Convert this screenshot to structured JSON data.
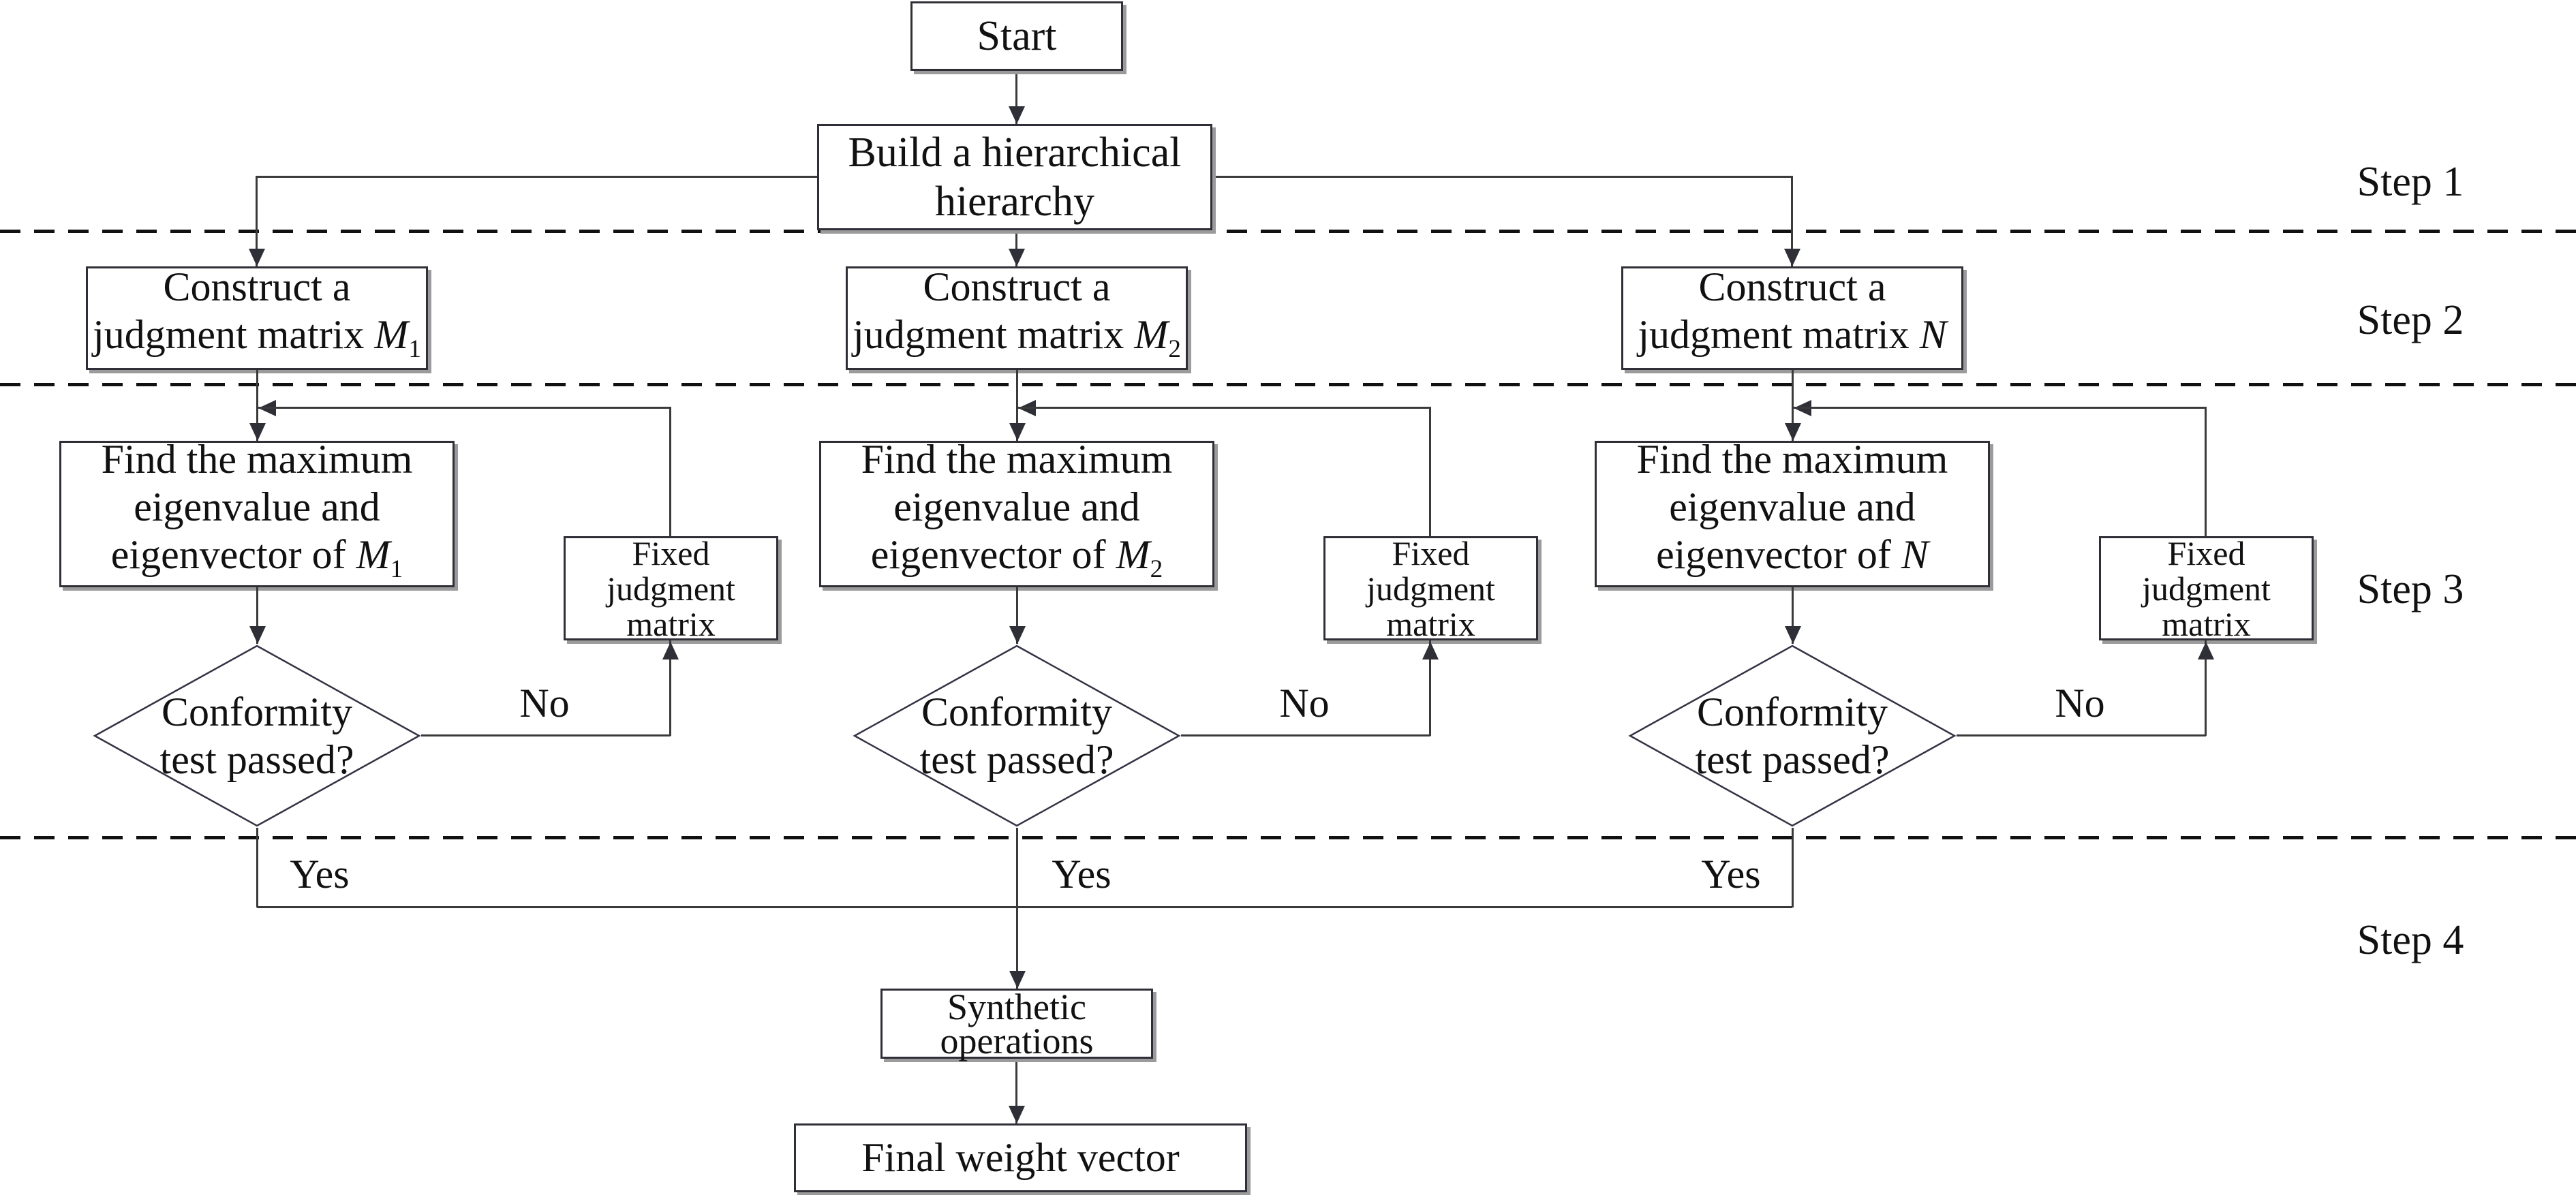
{
  "nodes": {
    "start": {
      "label": "Start"
    },
    "build": {
      "line1": "Build a hierarchical",
      "line2": "hierarchy"
    },
    "synthetic": {
      "line1": "Synthetic",
      "line2": "operations"
    },
    "final": {
      "label": "Final weight vector"
    }
  },
  "branches": [
    {
      "construct": {
        "line1": "Construct a",
        "line2_prefix": "judgment matrix ",
        "symbol": "M",
        "subscript": "1"
      },
      "find": {
        "line1": "Find the maximum",
        "line2": "eigenvalue and",
        "line3_prefix": "eigenvector of ",
        "symbol": "M",
        "subscript": "1"
      },
      "decision": {
        "line1": "Conformity",
        "line2": "test passed?"
      },
      "fixed": {
        "line1": "Fixed",
        "line2": "judgment",
        "line3": "matrix"
      },
      "no_label": "No",
      "yes_label": "Yes"
    },
    {
      "construct": {
        "line1": "Construct a",
        "line2_prefix": "judgment matrix ",
        "symbol": "M",
        "subscript": "2"
      },
      "find": {
        "line1": "Find the maximum",
        "line2": "eigenvalue and",
        "line3_prefix": "eigenvector of ",
        "symbol": "M",
        "subscript": "2"
      },
      "decision": {
        "line1": "Conformity",
        "line2": "test passed?"
      },
      "fixed": {
        "line1": "Fixed",
        "line2": "judgment",
        "line3": "matrix"
      },
      "no_label": "No",
      "yes_label": "Yes"
    },
    {
      "construct": {
        "line1": "Construct a",
        "line2_prefix": "judgment matrix ",
        "symbol": "N",
        "subscript": ""
      },
      "find": {
        "line1": "Find the maximum",
        "line2": "eigenvalue and",
        "line3_prefix": "eigenvector of ",
        "symbol": "N",
        "subscript": ""
      },
      "decision": {
        "line1": "Conformity",
        "line2": "test passed?"
      },
      "fixed": {
        "line1": "Fixed",
        "line2": "judgment",
        "line3": "matrix"
      },
      "no_label": "No",
      "yes_label": "Yes"
    }
  ],
  "steps": [
    "Step 1",
    "Step 2",
    "Step 3",
    "Step 4"
  ],
  "colors": {
    "background": "#ffffff",
    "line": "#3a3a3a",
    "box_border": "#2f2f38",
    "dash_line": "#111111",
    "text": "#111111",
    "shadow": "#9b9b9b"
  }
}
